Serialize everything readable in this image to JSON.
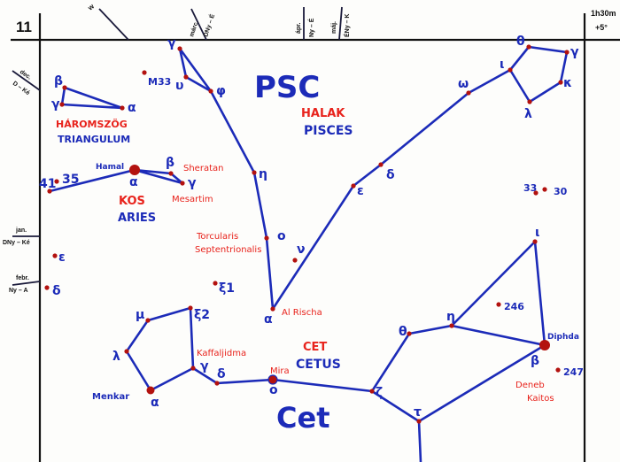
{
  "header": {
    "hour": "11",
    "corner_ra": "1h30m",
    "corner_dec": "+5°",
    "top_arrow": "w"
  },
  "direction_notes": [
    {
      "month": "dec.",
      "dir": "D – Ké"
    },
    {
      "month": "jan.",
      "dir": "DNy – Ké"
    },
    {
      "month": "febr.",
      "dir": "Ny – A"
    },
    {
      "month": "márc.",
      "dir": "DNy – É"
    },
    {
      "month": "ápr.",
      "dir": "Ny – É"
    },
    {
      "month": "máj.",
      "dir": "ÉNy – K"
    }
  ],
  "constellations": {
    "psc_abbr": "PSC",
    "psc_hu": "HALAK",
    "psc_la": "PISCES",
    "tri_hu": "HÁROMSZÖG",
    "tri_la": "TRIANGULUM",
    "ari_hu": "KOS",
    "ari_la": "ARIES",
    "cet_hu": "CET",
    "cet_la": "CETUS",
    "cet_abbr": "Cet"
  },
  "star_names": {
    "sheratan": "Sheratan",
    "mesarthim": "Mesartim",
    "hamal": "Hamal",
    "torcularis": "Torcularis",
    "torcularis2": "Septentrionalis",
    "alrischa": "Al Rischa",
    "kaffaljidma": "Kaffaljidma",
    "mira": "Mira",
    "menkar": "Menkar",
    "diphda": "Diphda",
    "deneb": "Deneb",
    "deneb2": "Kaitos"
  },
  "greek": {
    "tri_beta": "β",
    "tri_gamma": "γ",
    "tri_alpha": "α",
    "m33": "M33",
    "psc_gamma_top": "γ",
    "psc_upsilon": "υ",
    "psc_phi": "φ",
    "psc_eta": "η",
    "psc_omicron": "o",
    "psc_alpha": "α",
    "psc_nu": "ν",
    "psc_epsilon": "ε",
    "psc_delta": "δ",
    "psc_omega": "ω",
    "psc_iota": "ι",
    "psc_theta": "θ",
    "psc_gamma": "γ",
    "psc_kappa": "κ",
    "psc_lambda": "λ",
    "n33": "33",
    "n30": "30",
    "ari_41": "41",
    "ari_35": "35",
    "ari_alpha": "α",
    "ari_beta": "β",
    "ari_gamma": "γ",
    "left_epsilon": "ε",
    "left_delta": "δ",
    "xi1": "ξ1",
    "cet_mu": "μ",
    "cet_xi2": "ξ2",
    "cet_lambda": "λ",
    "cet_alpha": "α",
    "cet_gamma": "γ",
    "cet_delta": "δ",
    "cet_omicron": "o",
    "cet_zeta": "ζ",
    "cet_theta": "θ",
    "cet_eta": "η",
    "cet_iota": "ι",
    "cet_beta": "β",
    "cet_tau": "τ",
    "n246": "246",
    "n247": "247"
  }
}
